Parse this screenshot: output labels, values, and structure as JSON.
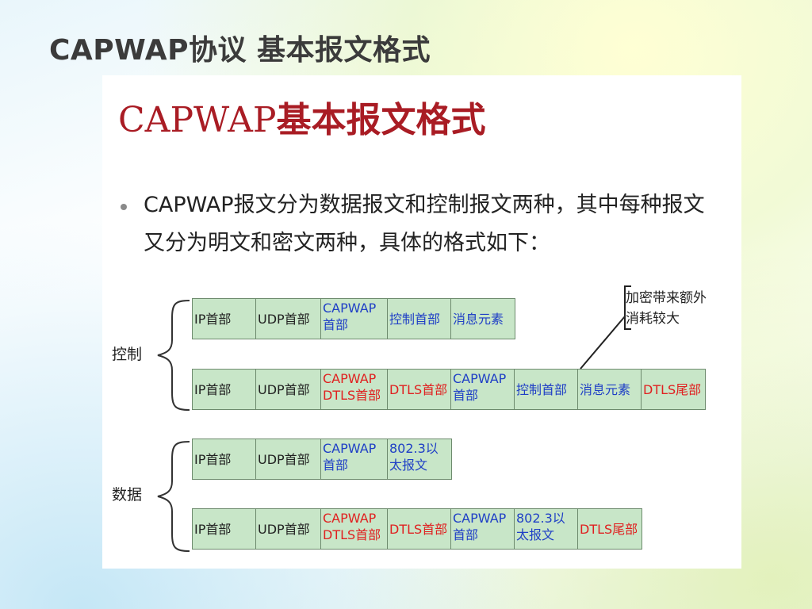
{
  "slide": {
    "title": "CAPWAP协议  基本报文格式"
  },
  "figure": {
    "heading_latin": "CAPWAP",
    "heading_cn": "基本报文格式",
    "bullet": "CAPWAP报文分为数据报文和控制报文两种，其中每种报文又分为明文和密文两种，具体的格式如下：",
    "annotation_line1": "加密带来额外",
    "annotation_line2": "消耗较大",
    "groups": {
      "control_label": "控制",
      "data_label": "数据"
    },
    "rows": {
      "control_plain": [
        {
          "text": "IP首部",
          "color": "#222222"
        },
        {
          "text": "UDP首部",
          "color": "#222222"
        },
        {
          "text": "CAPWAP首部",
          "color": "#1f3fc6"
        },
        {
          "text": "控制首部",
          "color": "#1f3fc6"
        },
        {
          "text": "消息元素",
          "color": "#1f3fc6"
        }
      ],
      "control_encrypted": [
        {
          "text": "IP首部",
          "color": "#222222"
        },
        {
          "text": "UDP首部",
          "color": "#222222"
        },
        {
          "text": "CAPWAP DTLS首部",
          "color": "#e02020"
        },
        {
          "text": "DTLS首部",
          "color": "#e02020"
        },
        {
          "text": "CAPWAP首部",
          "color": "#1f3fc6"
        },
        {
          "text": "控制首部",
          "color": "#1f3fc6"
        },
        {
          "text": "消息元素",
          "color": "#1f3fc6"
        },
        {
          "text": "DTLS尾部",
          "color": "#e02020"
        }
      ],
      "data_plain": [
        {
          "text": "IP首部",
          "color": "#222222"
        },
        {
          "text": "UDP首部",
          "color": "#222222"
        },
        {
          "text": "CAPWAP首部",
          "color": "#1f3fc6"
        },
        {
          "text": "802.3以太报文",
          "color": "#1f3fc6"
        }
      ],
      "data_encrypted": [
        {
          "text": "IP首部",
          "color": "#222222"
        },
        {
          "text": "UDP首部",
          "color": "#222222"
        },
        {
          "text": "CAPWAP DTLS首部",
          "color": "#e02020"
        },
        {
          "text": "DTLS首部",
          "color": "#e02020"
        },
        {
          "text": "CAPWAP首部",
          "color": "#1f3fc6"
        },
        {
          "text": "802.3以太报文",
          "color": "#1f3fc6"
        },
        {
          "text": "DTLS尾部",
          "color": "#e02020"
        }
      ]
    },
    "colors": {
      "cell_fill": "#c8e6c8",
      "heading": "#a91c24"
    }
  }
}
